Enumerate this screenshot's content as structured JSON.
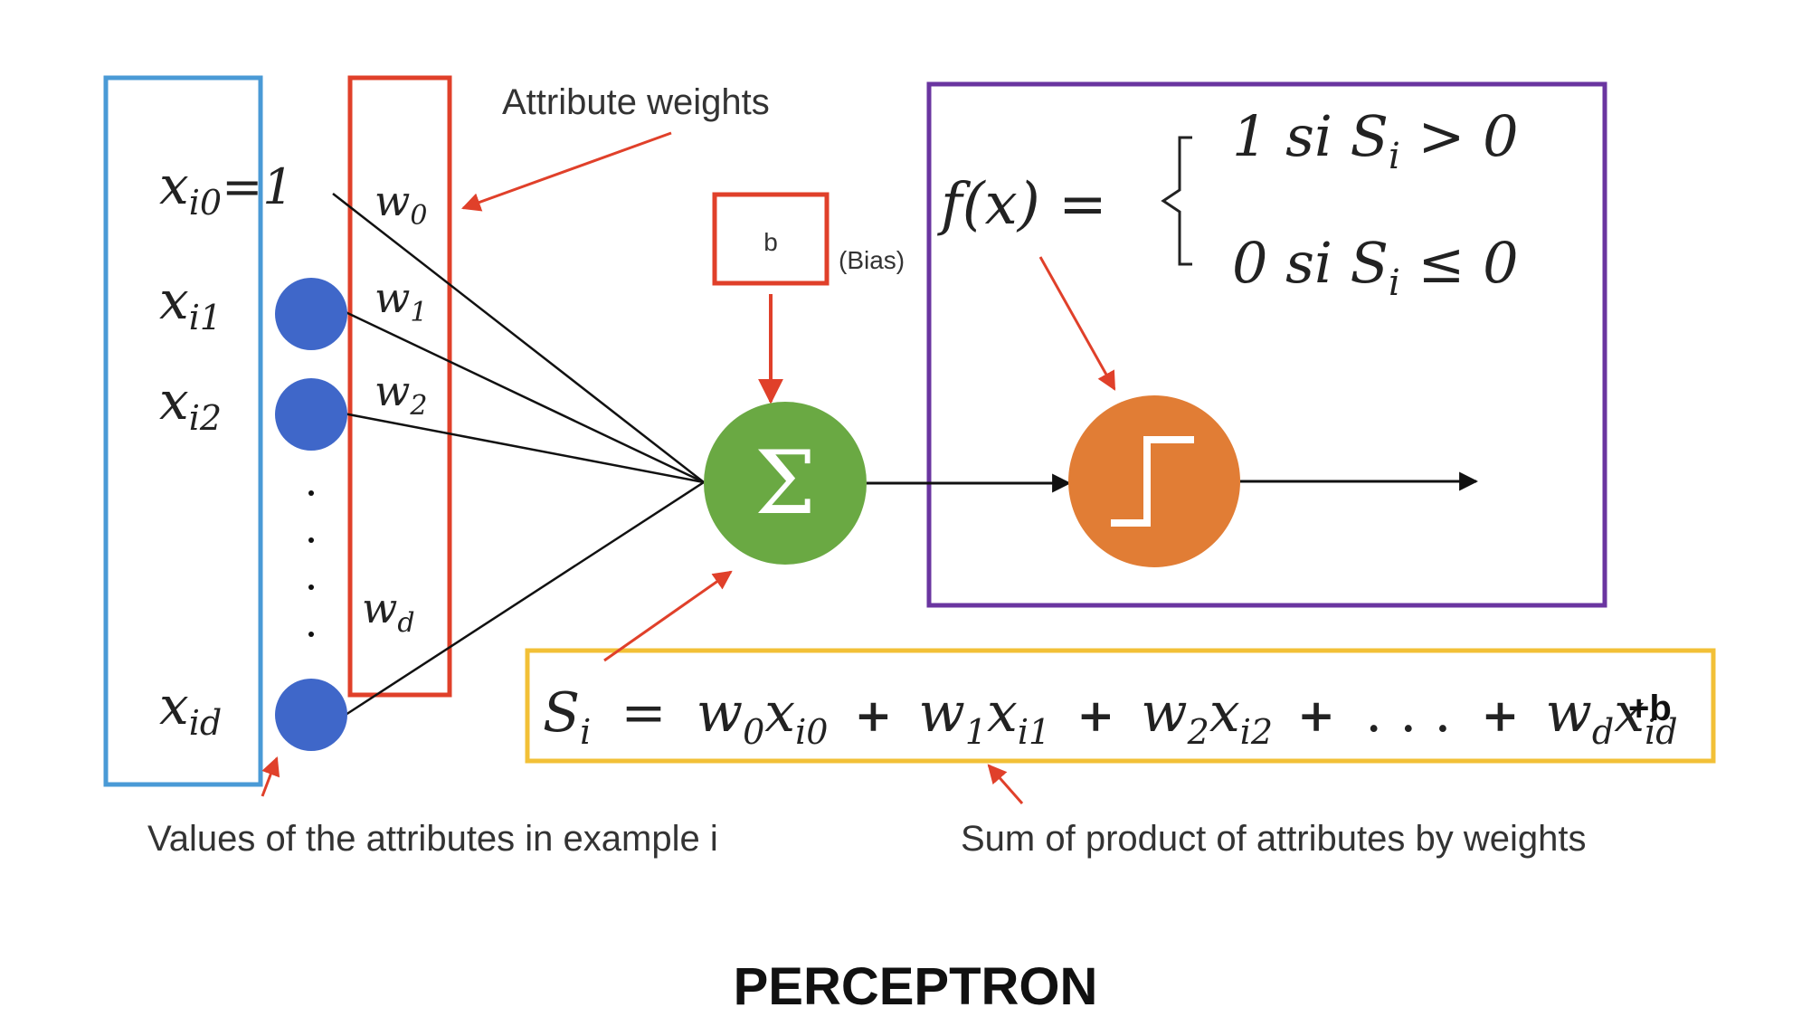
{
  "labels": {
    "attribute_weights": "Attribute weights",
    "bias_box": "b",
    "bias_note": "(Bias)",
    "values_caption": "Values of the attributes in example i",
    "sum_caption": "Sum of product of attributes by weights",
    "title": "PERCEPTRON",
    "sigma": "Σ"
  },
  "inputs": [
    {
      "base": "x",
      "sub": "i0",
      "suffix": "=1"
    },
    {
      "base": "x",
      "sub": "i1",
      "suffix": ""
    },
    {
      "base": "x",
      "sub": "i2",
      "suffix": ""
    },
    {
      "base": "x",
      "sub": "id",
      "suffix": ""
    }
  ],
  "weights": [
    {
      "base": "w",
      "sub": "0"
    },
    {
      "base": "w",
      "sub": "1"
    },
    {
      "base": "w",
      "sub": "2"
    },
    {
      "base": "w",
      "sub": "d"
    }
  ],
  "activation": {
    "fx": "f(x) =",
    "case1_lead": "1 si S",
    "case1_sub": "i",
    "case1_tail": " > 0",
    "case2_lead": "0 si S",
    "case2_sub": "i",
    "case2_tail": " ≤ 0"
  },
  "sum_formula": {
    "lhs": "S",
    "lhs_sub": "i",
    "eq": "=",
    "terms": [
      {
        "w": "w",
        "ws": "0",
        "x": "x",
        "xs": "i0"
      },
      {
        "w": "w",
        "ws": "1",
        "x": "x",
        "xs": "i1"
      },
      {
        "w": "w",
        "ws": "2",
        "x": "x",
        "xs": "i2"
      },
      {
        "w": "w",
        "ws": "d",
        "x": "x",
        "xs": "id"
      }
    ],
    "plus": "+",
    "dots": ". . .",
    "bias_term": "+b"
  },
  "colors": {
    "inputs_box": "#4a9ad6",
    "weights_box": "#e0402a",
    "bias_box": "#e0402a",
    "activation_box": "#6a35a0",
    "formula_box": "#f2c037",
    "input_node": "#3f67c9",
    "sum_node": "#6aa943",
    "step_node": "#e17d35",
    "annotation_arrow": "#e0402a"
  }
}
